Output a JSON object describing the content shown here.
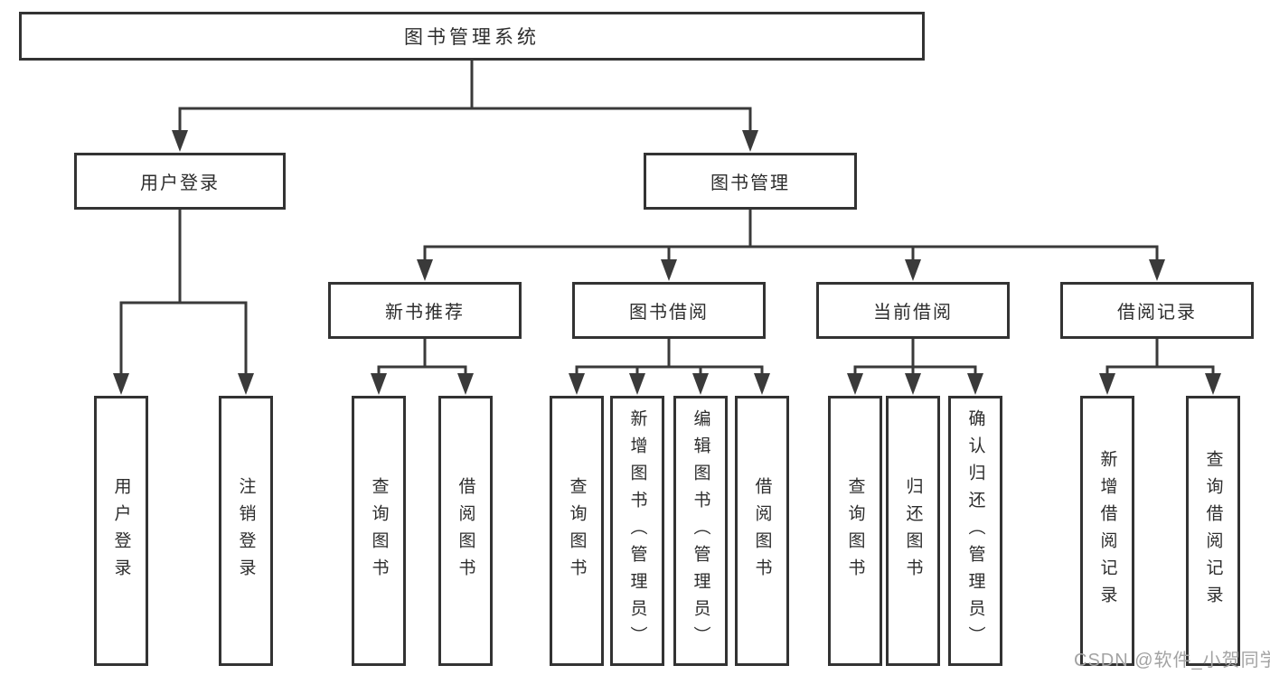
{
  "colors": {
    "line": "#3a3a3a",
    "border": "#333333",
    "text": "#2d2d2d",
    "watermark_text": "#a3a3a3",
    "background": "#ffffff"
  },
  "watermark": "CSDN @软件_小贺同学",
  "tree": {
    "label": "图书管理系统",
    "children": [
      {
        "label": "用户登录",
        "children": [
          {
            "label": "用户登录"
          },
          {
            "label": "注销登录"
          }
        ]
      },
      {
        "label": "图书管理",
        "children": [
          {
            "label": "新书推荐",
            "children": [
              {
                "label": "查询图书"
              },
              {
                "label": "借阅图书"
              }
            ]
          },
          {
            "label": "图书借阅",
            "children": [
              {
                "label": "查询图书"
              },
              {
                "label": "新增图书（管理员）"
              },
              {
                "label": "编辑图书（管理员）"
              },
              {
                "label": "借阅图书"
              }
            ]
          },
          {
            "label": "当前借阅",
            "children": [
              {
                "label": "查询图书"
              },
              {
                "label": "归还图书"
              },
              {
                "label": "确认归还（管理员）"
              }
            ]
          },
          {
            "label": "借阅记录",
            "children": [
              {
                "label": "新增借阅记录"
              },
              {
                "label": "查询借阅记录"
              }
            ]
          }
        ]
      }
    ]
  }
}
